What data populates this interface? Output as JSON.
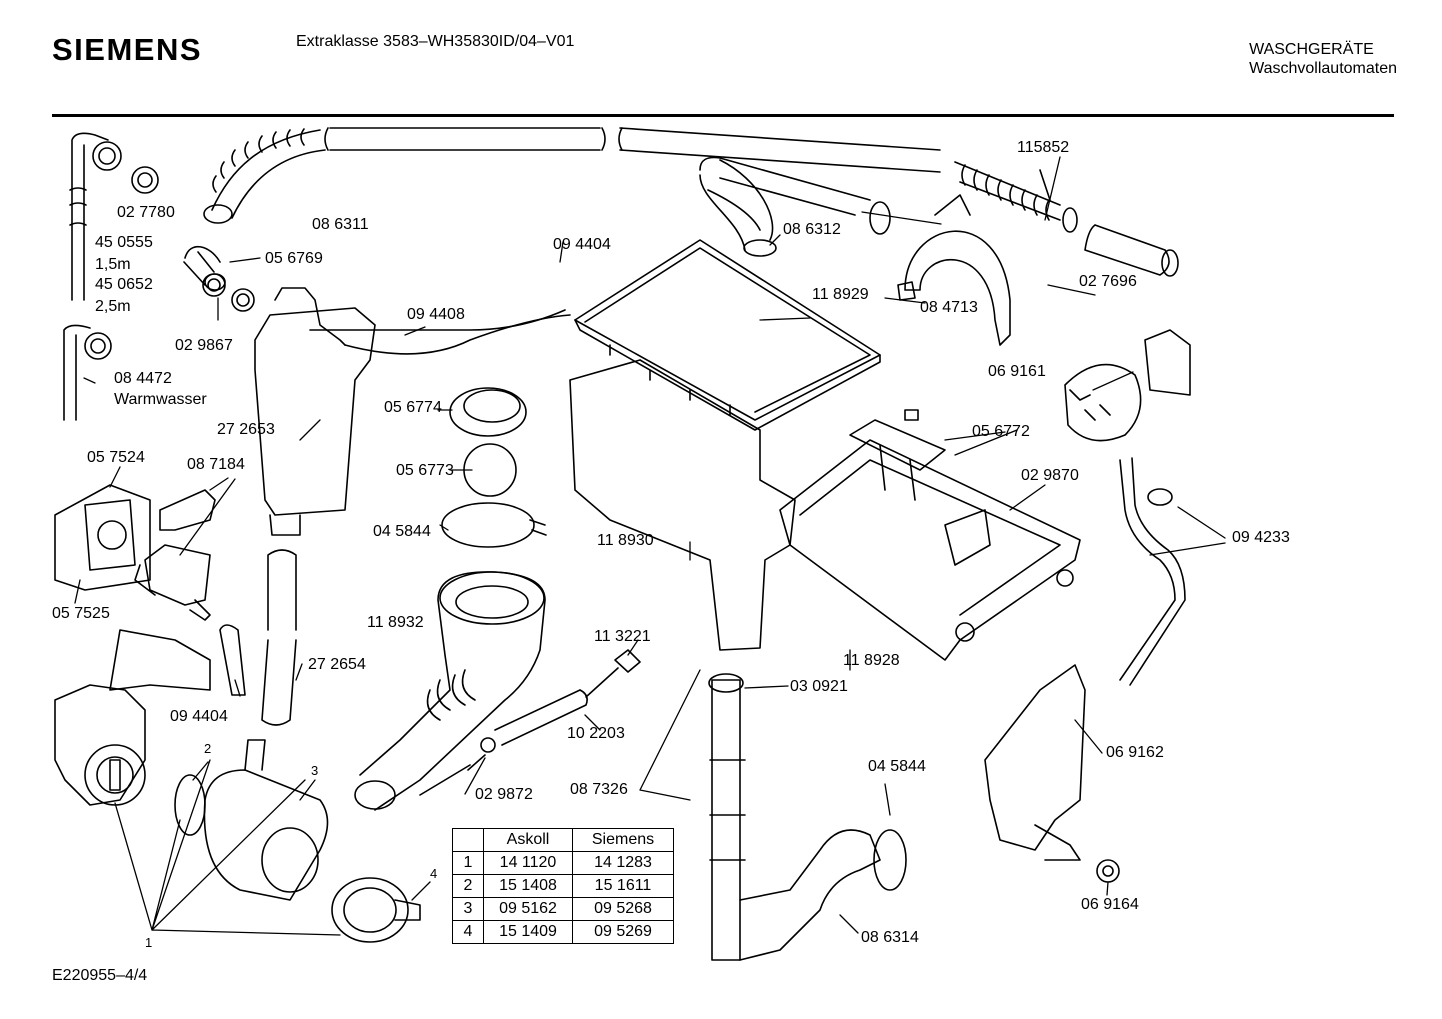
{
  "header": {
    "brand": "SIEMENS",
    "model": "Extraklasse 3583–WH35830ID/04–V01",
    "category_line1": "WASCHGERÄTE",
    "category_line2": "Waschvollautomaten"
  },
  "footer": {
    "drawing_id": "E220955–4/4"
  },
  "labels": {
    "p027780": "02 7780",
    "p450555": "45 0555",
    "len15": "1,5m",
    "p450652": "45 0652",
    "len25": "2,5m",
    "p086311": "08 6311",
    "p056769": "05 6769",
    "p029867": "02 9867",
    "p084472": "08 4472",
    "warmwasser": "Warmwasser",
    "p094408": "09 4408",
    "p094404a": "09 4404",
    "p086312": "08 6312",
    "p115852": "115852",
    "p118929": "11 8929",
    "p084713": "08 4713",
    "p027696": "02 7696",
    "p069161": "06 9161",
    "p272653": "27 2653",
    "p056774": "05 6774",
    "p056773": "05 6773",
    "p056772": "05 6772",
    "p057524": "05 7524",
    "p087184": "08 7184",
    "p029870": "02 9870",
    "p045844a": "04 5844",
    "p118930": "11 8930",
    "p094233": "09 4233",
    "p057525": "05 7525",
    "p118932": "11 8932",
    "p113221": "11 3221",
    "p118928": "11 8928",
    "p272654": "27 2654",
    "p030921": "03 0921",
    "p094404b": "09 4404",
    "p102203": "10 2203",
    "p069162": "06 9162",
    "p045844b": "04 5844",
    "p029872": "02 9872",
    "p087326": "08 7326",
    "p086314": "08 6314",
    "p069164": "06 9164",
    "n1": "1",
    "n2": "2",
    "n3": "3",
    "n4": "4"
  },
  "parts_table": {
    "headers": [
      "",
      "Askoll",
      "Siemens"
    ],
    "rows": [
      [
        "1",
        "14 1120",
        "14 1283"
      ],
      [
        "2",
        "15 1408",
        "15 1611"
      ],
      [
        "3",
        "09 5162",
        "09 5268"
      ],
      [
        "4",
        "15 1409",
        "09 5269"
      ]
    ]
  }
}
